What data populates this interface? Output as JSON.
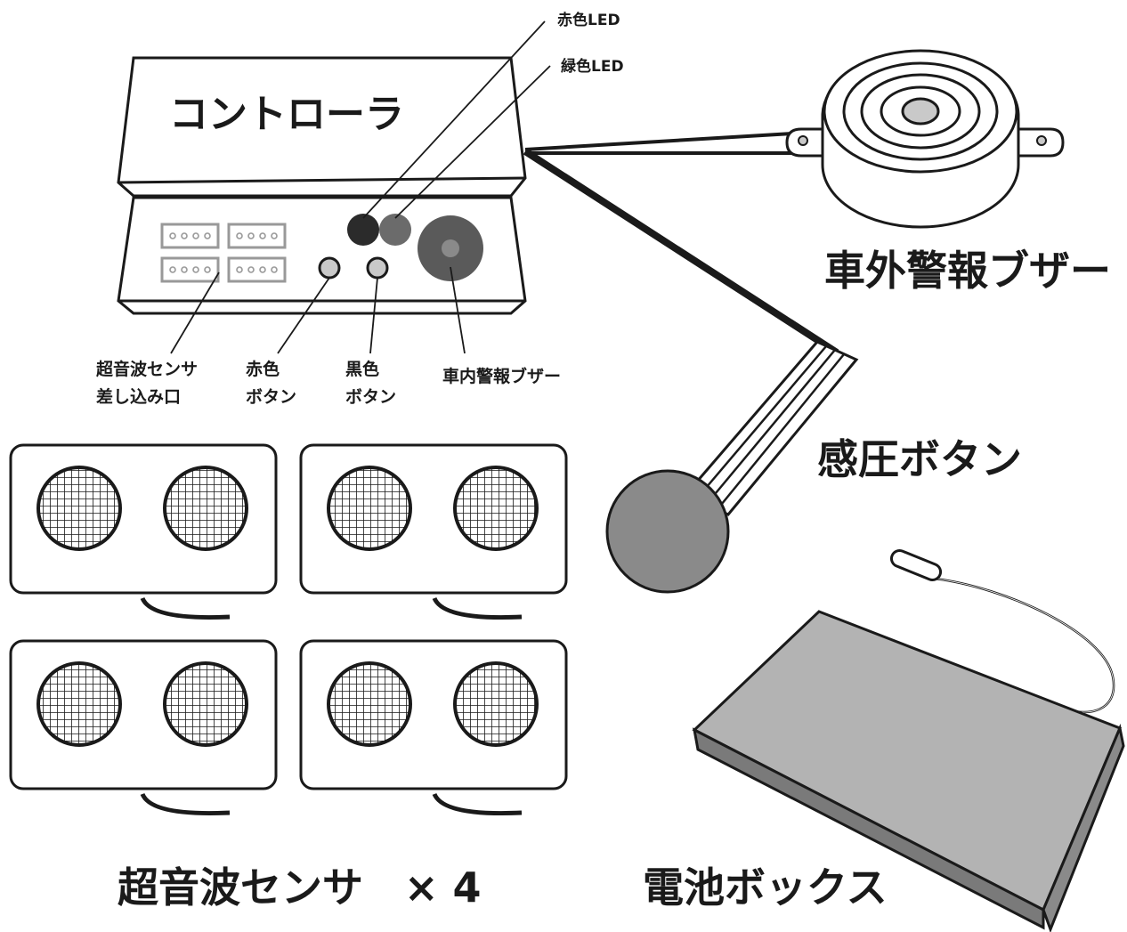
{
  "labels": {
    "controller_title": "コントローラ",
    "red_led": "赤色LED",
    "green_led": "緑色LED",
    "external_buzzer": "車外警報ブザー",
    "sensor_port_line1": "超音波センサ",
    "sensor_port_line2": "差し込み口",
    "red_button_line1": "赤色",
    "red_button_line2": "ボタン",
    "black_button_line1": "黒色",
    "black_button_line2": "ボタン",
    "internal_buzzer": "車内警報ブザー",
    "pressure_button": "感圧ボタン",
    "ultrasonic_sensors": "超音波センサ　× 4",
    "battery_box": "電池ボックス"
  },
  "colors": {
    "outline": "#1a1a1a",
    "red_led": "#2b2b2b",
    "green_led": "#6b6b6b",
    "buzzer_dark": "#5a5a5a",
    "buzzer_light": "#8a8a8a",
    "button_fill": "#c9c9c9",
    "port_outline": "#999999",
    "pressure_pad": "#8a8a8a",
    "battery_top": "#b3b3b3",
    "battery_side": "#7a7a7a"
  }
}
